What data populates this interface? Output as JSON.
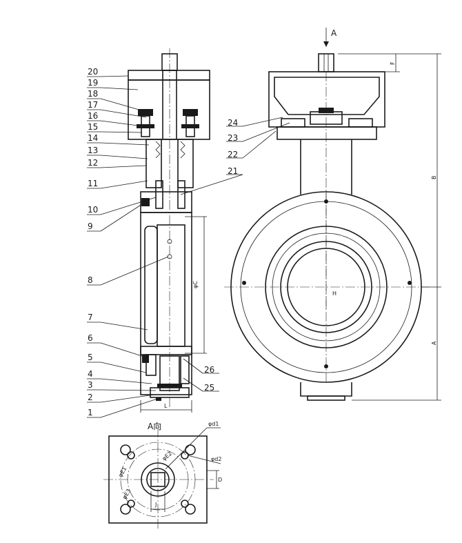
{
  "part_labels": [
    "20",
    "19",
    "18",
    "17",
    "16",
    "15",
    "14",
    "13",
    "12",
    "11",
    "10",
    "9",
    "8",
    "7",
    "6",
    "5",
    "4",
    "3",
    "2",
    "1"
  ],
  "right_labels": [
    "24",
    "23",
    "22",
    "21",
    "26",
    "25"
  ],
  "view_arrow": "A",
  "view_title": "A向",
  "dims": {
    "F": "F",
    "B": "B",
    "A": "A",
    "H": "H",
    "L": "L",
    "phiC": "φC",
    "phid1": "φd1",
    "phid2": "φd2",
    "D": "D",
    "J": "J",
    "pcd1": "φE1",
    "pcd2": "φE2",
    "pcd3": "φE3"
  }
}
